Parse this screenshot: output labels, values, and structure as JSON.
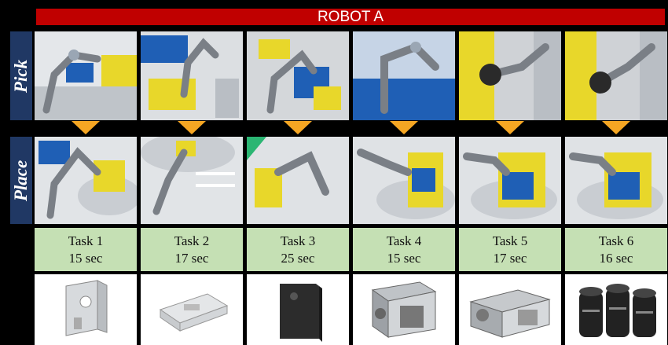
{
  "header": {
    "title": "ROBOT A"
  },
  "rows": {
    "pick_label": "Pick",
    "place_label": "Place"
  },
  "colors": {
    "banner": "#c00000",
    "side": "#203864",
    "arrow": "#f5a623",
    "task_bg": "#c5e0b4"
  },
  "tasks": [
    {
      "name": "Task 1",
      "time": "15 sec"
    },
    {
      "name": "Task 2",
      "time": "17 sec"
    },
    {
      "name": "Task 3",
      "time": "25 sec"
    },
    {
      "name": "Task 4",
      "time": "15 sec"
    },
    {
      "name": "Task 5",
      "time": "17 sec"
    },
    {
      "name": "Task 6",
      "time": "16 sec"
    }
  ]
}
